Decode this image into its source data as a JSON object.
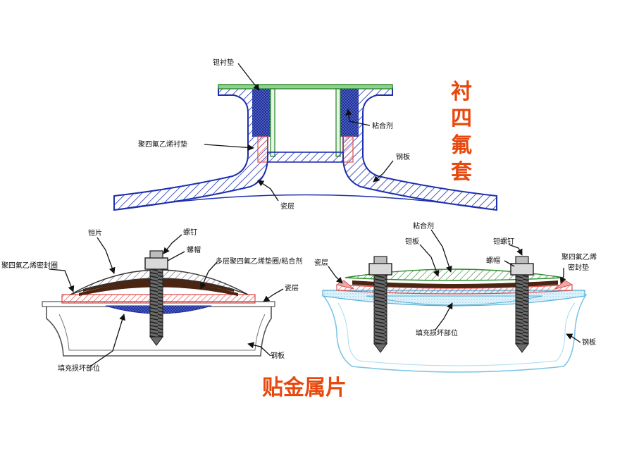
{
  "top": {
    "title_chars": [
      "衬",
      "四",
      "氟",
      "套"
    ],
    "labels": {
      "ta_liner": "钽衬垫",
      "ptfe_liner": "聚四氟乙烯衬垫",
      "adhesive": "粘合剂",
      "steel": "钢板",
      "enamel": "瓷层"
    }
  },
  "left": {
    "labels": {
      "ta_sheet": "钽片",
      "bolt": "螺钉",
      "cap": "螺帽",
      "ptfe_ring": "聚四氟乙烯密封圈",
      "multi": "多层聚四氟乙烯垫圈/粘合剂",
      "enamel": "瓷层",
      "fill": "填充损坏部位",
      "steel": "钢板"
    }
  },
  "right": {
    "labels": {
      "adhesive": "粘合剂",
      "ta_sheet": "钽板",
      "ta_bolt": "钽螺钉",
      "cap": "螺帽",
      "ptfe_gasket_1": "聚四氟乙烯",
      "ptfe_gasket_2": "密封垫",
      "enamel": "瓷层",
      "fill": "填充损坏部位",
      "steel": "钢板"
    }
  },
  "bottom_title": "贴金属片",
  "colors": {
    "steel_outline": "#1c2fb0",
    "hatch_red": "#e05050",
    "green": "#2e8b2e",
    "blue_fill": "#1e2f9a",
    "brown": "#4a2512",
    "enamel_cyan": "#5ab0d8",
    "title": "#e8480e"
  }
}
